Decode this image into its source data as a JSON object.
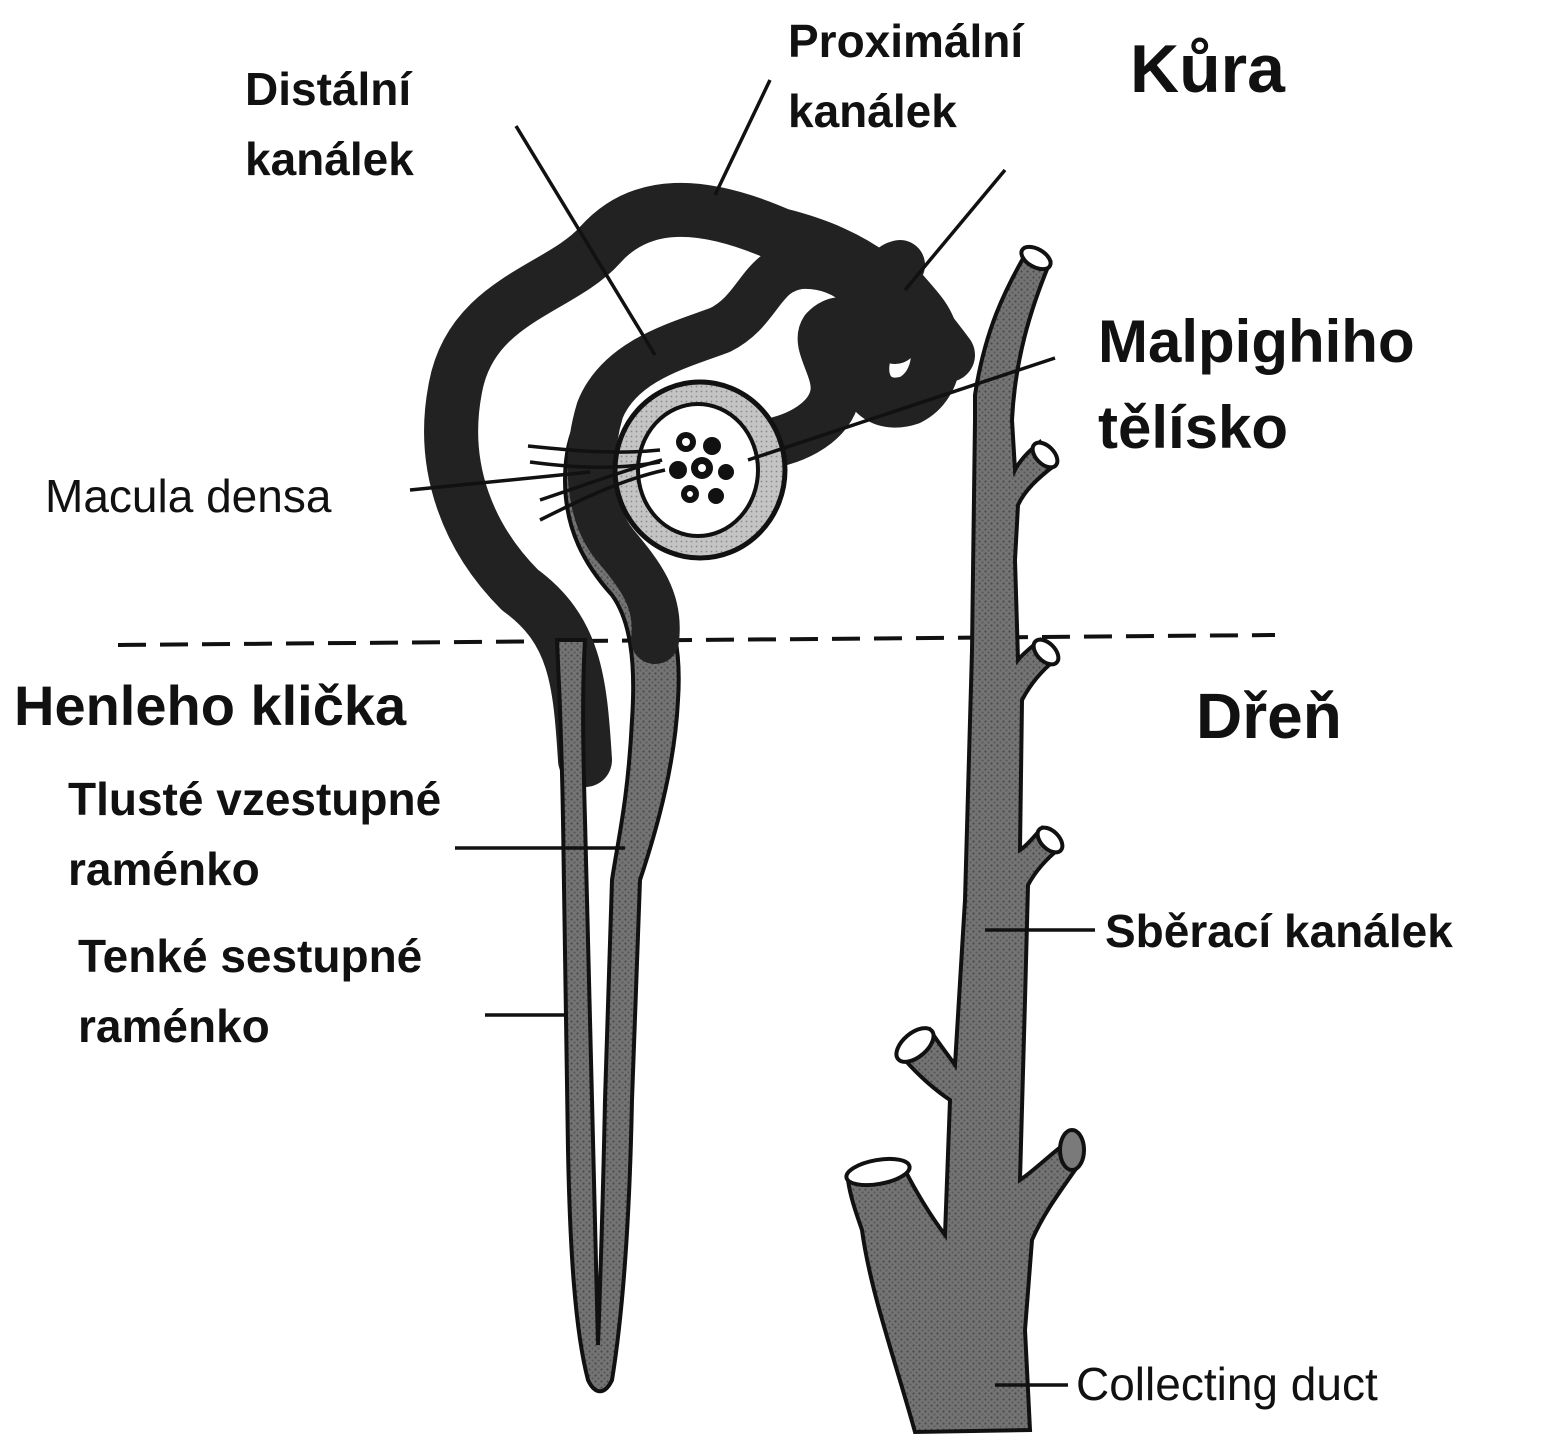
{
  "labels": {
    "kura": "Kůra",
    "dren": "Dřeň",
    "proximal_l1": "Proximální",
    "proximal_l2": "kanálek",
    "distal_l1": "Distální",
    "distal_l2": "kanálek",
    "malpighi_l1": "Malpighiho",
    "malpighi_l2": "tělísko",
    "macula": "Macula densa",
    "henle": "Henleho klička",
    "thick_l1": "Tlusté vzestupné",
    "thick_l2": "raménko",
    "thin_l1": "Tenké sestupné",
    "thin_l2": "raménko",
    "sberaci": "Sběrací kanálek",
    "collecting": "Collecting duct"
  },
  "colors": {
    "tube_fill": "#6e6e6e",
    "capsule_fill": "#b8b8b8",
    "outline": "#111111",
    "background": "#ffffff"
  }
}
